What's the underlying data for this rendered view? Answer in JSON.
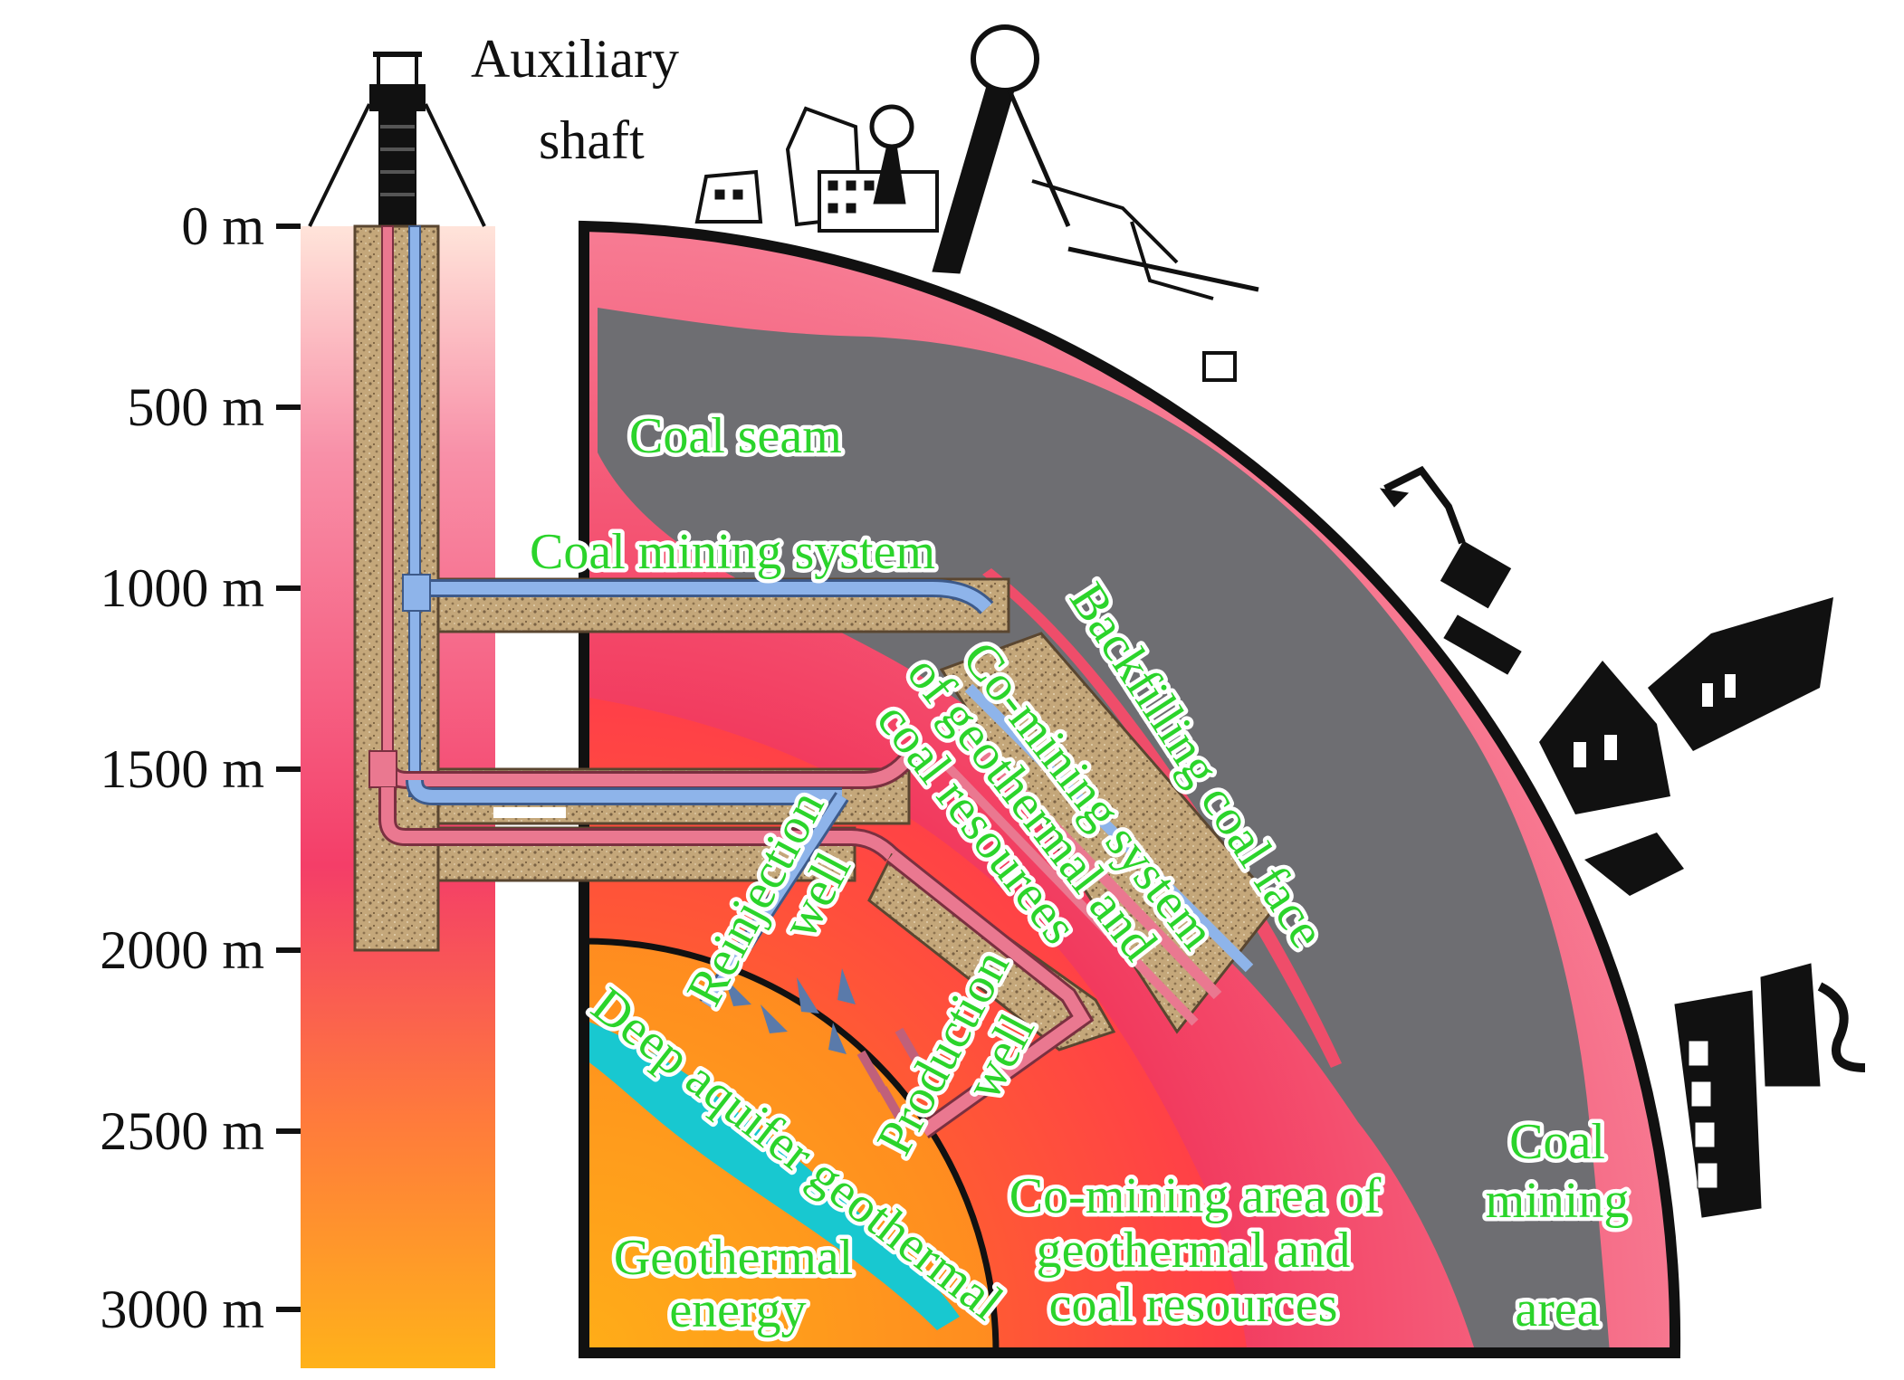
{
  "title": [
    "Auxiliary",
    "shaft"
  ],
  "depth_axis": [
    "0 m",
    "500 m",
    "1000 m",
    "1500 m",
    "2000 m",
    "2500 m",
    "3000 m"
  ],
  "labels": {
    "coal_seam": "Coal seam",
    "coal_mining_system": "Coal mining system",
    "backfilling": "Backfilling coal face",
    "comining_system": [
      "Co-mining system",
      "of geothermal and",
      "coal resourees"
    ],
    "reinjection": [
      "Reinjection",
      "well"
    ],
    "production": [
      "Production",
      "well"
    ],
    "deep_aquifer": "Deep aquifer geothermal",
    "geothermal_energy": [
      "Geothermal",
      "energy"
    ],
    "comining_area": [
      "Co-mining area of",
      "geothermal and",
      "coal resources"
    ],
    "coal_mining_area": [
      "Coal",
      "mining",
      "area"
    ]
  },
  "colors": {
    "outer_red": "#ef4d6a",
    "coal_gray": "#6e6e72",
    "inner_orange": "#ff6430",
    "core_orange": "#ff9a1c",
    "aquifer_cyan": "#18c8d0",
    "label_green": "#2bd42b",
    "pipe_blue": "#8eb4ea",
    "pipe_pink": "#ea7890",
    "rock_tan": "#b89a6c"
  },
  "icons": [
    "headframe-icon",
    "factory-skyline-icon",
    "excavator-icon",
    "church-icon",
    "industrial-building-icon"
  ]
}
